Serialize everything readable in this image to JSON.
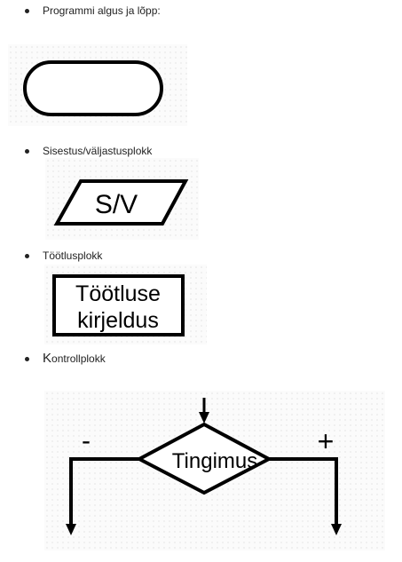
{
  "sections": [
    {
      "label": "Programmi algus ja lõpp:"
    },
    {
      "label": "Sisestus/väljastusplokk",
      "shape_text": "S/V"
    },
    {
      "label": "Töötlusplokk",
      "shape_text_line1": "Töötluse",
      "shape_text_line2": "kirjeldus"
    },
    {
      "label_first": "K",
      "label_rest": "ontrollplokk",
      "shape_text": "Tingimus",
      "minus_sign": "-",
      "plus_sign": "+"
    }
  ]
}
